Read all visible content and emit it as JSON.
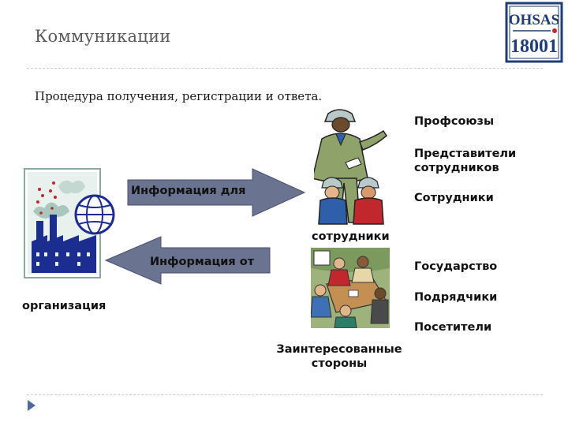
{
  "slide": {
    "title": "Коммуникации",
    "subtitle": "Процедура получения, регистрации и ответа.",
    "logo": {
      "line1": "OHSAS",
      "line2": "18001"
    }
  },
  "diagram": {
    "arrow_in_label": "Информация для",
    "arrow_in_label_cont": "сотрудники",
    "arrow_out_label": "Информация от",
    "arrow_out_label_cont": "организация",
    "workers_group": [
      "Профсоюзы",
      "Представители сотрудников",
      "Сотрудники"
    ],
    "stakeholders_group": [
      "Государство",
      "Подрядчики",
      "Посетители"
    ],
    "stakeholders_caption_1": "Заинтересованные",
    "stakeholders_caption_2": "стороны"
  },
  "colors": {
    "arrow_fill": "#6a7390",
    "logo_blue": "#1f3d7a",
    "accent_red": "#c0282e",
    "nav_icon": "#4f6aa3"
  },
  "icons": [
    "factory-globe-illustration",
    "workers-illustration",
    "meeting-illustration",
    "nav-triangle-icon"
  ]
}
